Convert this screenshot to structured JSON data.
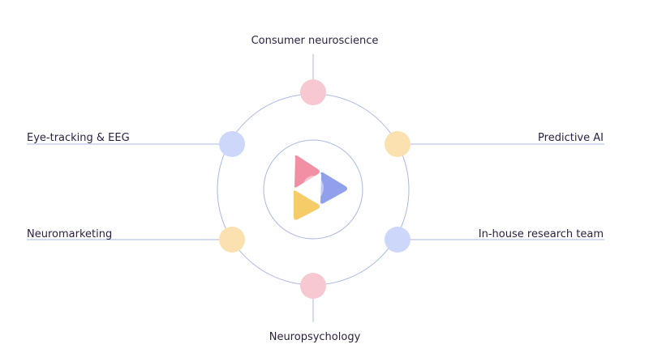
{
  "diagram": {
    "nodes": {
      "top": {
        "label": "Consumer neuroscience",
        "color": "#f7c8d1"
      },
      "upper_left": {
        "label": "Eye-tracking & EEG",
        "color": "#cdd7fa"
      },
      "upper_right": {
        "label": "Predictive AI",
        "color": "#fbe0b0"
      },
      "lower_left": {
        "label": "Neuromarketing",
        "color": "#fbe0b0"
      },
      "lower_right": {
        "label": "In-house research team",
        "color": "#cdd7fa"
      },
      "bottom": {
        "label": "Neuropsychology",
        "color": "#f7c8d1"
      }
    },
    "line_color": "#a9b8e6",
    "logo_colors": {
      "pink": "#f07b95",
      "blue": "#7e8fe8",
      "yellow": "#f5c34d"
    }
  }
}
